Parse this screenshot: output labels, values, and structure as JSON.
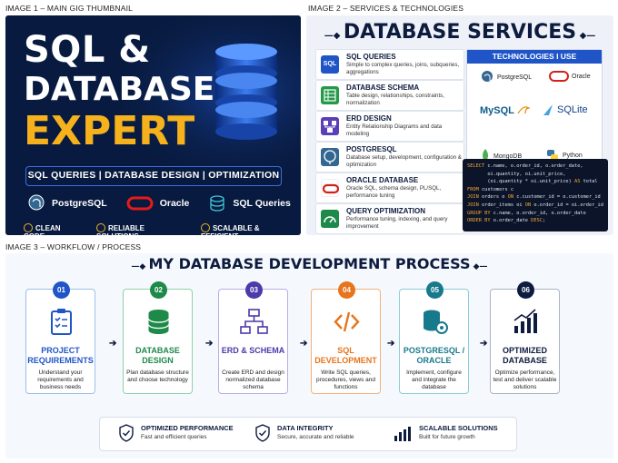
{
  "captions": {
    "image1": "IMAGE 1 – MAIN GIG THUMBNAIL",
    "image2": "IMAGE 2 – SERVICES & TECHNOLOGIES",
    "image3": "IMAGE 3 – WORKFLOW / PROCESS"
  },
  "thumbnail": {
    "title_line1": "SQL &",
    "title_line2": "DATABASE",
    "title_line3": "EXPERT",
    "tagline": "SQL QUERIES | DATABASE DESIGN | OPTIMIZATION",
    "tech": [
      "PostgreSQL",
      "Oracle",
      "SQL Queries"
    ],
    "features": [
      "CLEAN CODE",
      "RELIABLE SOLUTIONS",
      "SCALABLE & EFFICIENT"
    ],
    "accent": "#f5b21c",
    "background": "#081a3f"
  },
  "services": {
    "title": "DATABASE SERVICES",
    "items": [
      {
        "icon_label": "SQL",
        "title": "SQL QUERIES",
        "desc": "Simple to complex queries, joins, subqueries, aggregations",
        "color": "#1f55c7"
      },
      {
        "icon_label": "",
        "title": "DATABASE SCHEMA",
        "desc": "Table design, relationships, constraints, normalization",
        "color": "#23994a"
      },
      {
        "icon_label": "",
        "title": "ERD DESIGN",
        "desc": "Entity Relationship Diagrams and data modeling",
        "color": "#5b3fb8"
      },
      {
        "icon_label": "",
        "title": "POSTGRESQL",
        "desc": "Database setup, development, configuration & optimization",
        "color": "#336791"
      },
      {
        "icon_label": "",
        "title": "ORACLE DATABASE",
        "desc": "Oracle SQL, schema design, PL/SQL, performance tuning",
        "color": "#d0221b"
      },
      {
        "icon_label": "",
        "title": "QUERY OPTIMIZATION",
        "desc": "Performance tuning, indexing, and query improvement",
        "color": "#1d8a4a"
      }
    ],
    "technologies_title": "TECHNOLOGIES I USE",
    "technologies": [
      "PostgreSQL",
      "Oracle",
      "MySQL",
      "SQLite",
      "MongoDB",
      "Python"
    ],
    "code_lines": [
      "SELECT c.name, o.order_id, o.order_date,",
      "       oi.quantity, oi.unit_price,",
      "       (oi.quantity * oi.unit_price) AS total",
      "FROM customers c",
      "JOIN orders o ON c.customer_id = o.customer_id",
      "JOIN order_items oi ON o.order_id = oi.order_id",
      "GROUP BY c.name, o.order_id, o.order_date",
      "ORDER BY o.order_date DESC;"
    ]
  },
  "process": {
    "title": "MY DATABASE DEVELOPMENT PROCESS",
    "steps": [
      {
        "num": "01",
        "title": "PROJECT REQUIREMENTS",
        "desc": "Understand your requirements and business needs",
        "color": "#1f55c7",
        "icon": "clipboard-icon"
      },
      {
        "num": "02",
        "title": "DATABASE DESIGN",
        "desc": "Plan database structure and choose technology",
        "color": "#1d8a4a",
        "icon": "database-icon"
      },
      {
        "num": "03",
        "title": "ERD & SCHEMA",
        "desc": "Create ERD and design normalized database schema",
        "color": "#4b3aa8",
        "icon": "hierarchy-icon"
      },
      {
        "num": "04",
        "title": "SQL DEVELOPMENT",
        "desc": "Write SQL queries, procedures, views and functions",
        "color": "#e8741c",
        "icon": "code-icon"
      },
      {
        "num": "05",
        "title": "POSTGRESQL / ORACLE",
        "desc": "Implement, configure and integrate the database",
        "color": "#177a8c",
        "icon": "database-gear-icon"
      },
      {
        "num": "06",
        "title": "OPTIMIZED DATABASE",
        "desc": "Optimize performance, test and deliver scalable solutions",
        "color": "#0d1b3e",
        "icon": "growth-chart-icon"
      }
    ],
    "highlights": [
      {
        "title": "OPTIMIZED PERFORMANCE",
        "desc": "Fast and efficient queries"
      },
      {
        "title": "DATA INTEGRITY",
        "desc": "Secure, accurate and reliable"
      },
      {
        "title": "SCALABLE SOLUTIONS",
        "desc": "Built for future growth"
      }
    ]
  }
}
